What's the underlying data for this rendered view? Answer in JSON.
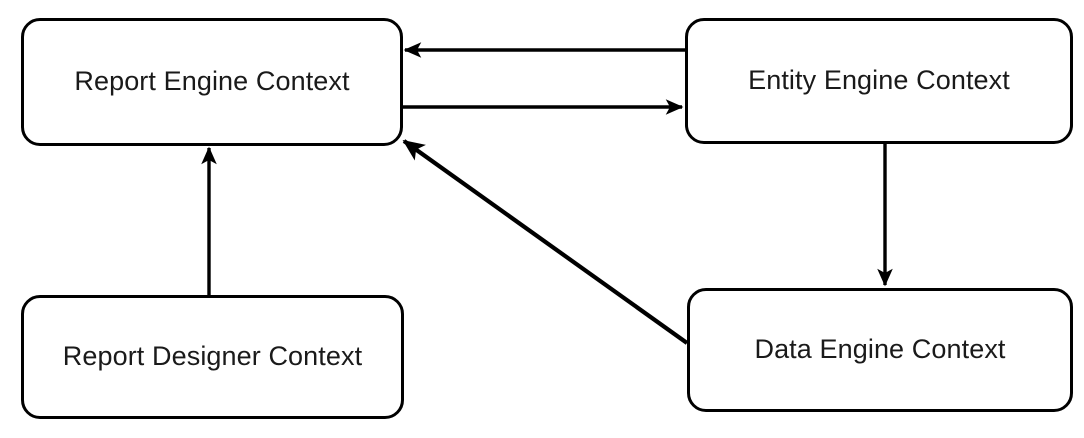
{
  "diagram": {
    "type": "context-map",
    "background_color": "#ffffff",
    "stroke_color": "#000000",
    "text_color": "#1a1a1a",
    "nodes": [
      {
        "id": "report-engine",
        "label": "Report Engine Context"
      },
      {
        "id": "entity-engine",
        "label": "Entity Engine Context"
      },
      {
        "id": "report-designer",
        "label": "Report Designer Context"
      },
      {
        "id": "data-engine",
        "label": "Data Engine Context"
      }
    ],
    "edges": [
      {
        "id": "entity-to-report",
        "from": "entity-engine",
        "to": "report-engine",
        "label": "",
        "direction": "left",
        "style": "solid"
      },
      {
        "id": "report-to-entity",
        "from": "report-engine",
        "to": "entity-engine",
        "label": "",
        "direction": "right",
        "style": "solid"
      },
      {
        "id": "entity-to-data",
        "from": "entity-engine",
        "to": "data-engine",
        "label": "",
        "direction": "down",
        "style": "solid"
      },
      {
        "id": "designer-to-report",
        "from": "report-designer",
        "to": "report-engine",
        "label": "",
        "direction": "up",
        "style": "solid"
      },
      {
        "id": "data-to-report",
        "from": "data-engine",
        "to": "report-engine",
        "label": "",
        "direction": "diagonal-up-left",
        "style": "solid"
      }
    ]
  }
}
